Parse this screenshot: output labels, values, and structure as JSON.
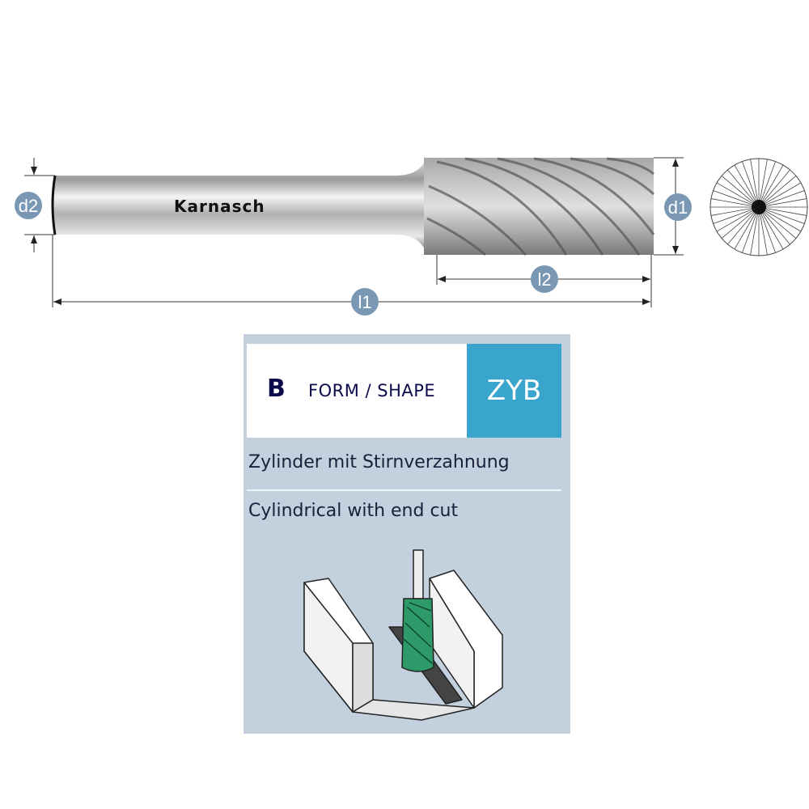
{
  "tool": {
    "brand": "Karnasch",
    "dimensions": {
      "d2": "d2",
      "d1": "d1",
      "l1": "l1",
      "l2": "l2"
    }
  },
  "panel": {
    "shape_letter": "B",
    "shape_label": "FORM / SHAPE",
    "code": "ZYB",
    "name_de": "Zylinder mit Stirnverzahnung",
    "name_en": "Cylindrical with end cut",
    "colors": {
      "background": "#c3d1df",
      "code_box": "#3aa5cc",
      "badge": "#7a98b3"
    }
  }
}
